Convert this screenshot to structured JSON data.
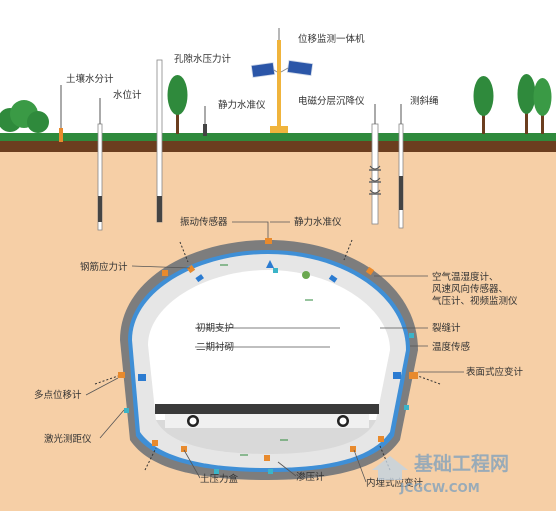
{
  "surface_instruments": {
    "soil_moisture": "土壤水分计",
    "water_level": "水位计",
    "pore_pressure": "孔隙水压力计",
    "static_level_surface": "静力水准仪",
    "displacement_station": "位移监测一体机",
    "em_settlement": "电磁分层沉降仪",
    "inclinometer": "测斜绳"
  },
  "tunnel_instruments": {
    "vibration_sensor": "振动传感器",
    "static_level_tunnel": "静力水准仪",
    "rebar_stress": "钢筋应力计",
    "air_env_line1": "空气温湿度计、",
    "air_env_line2": "风速风向传感器、",
    "air_env_line3": "气压计、视频监测仪",
    "initial_support": "初期支护",
    "secondary_lining": "二期衬砌",
    "crack_meter": "裂缝计",
    "temperature_sensor": "温度传感",
    "multipoint_displacement": "多点位移计",
    "surface_strain": "表面式应变计",
    "laser_rangefinder": "激光测距仪",
    "earth_pressure_cell": "土压力盒",
    "piezometer": "渗压计",
    "embedded_strain": "内埋式应变计"
  },
  "watermark": {
    "cn": "基础工程网",
    "en": "JCGCW.COM"
  },
  "colors": {
    "sky": "#ffffff",
    "grass": "#2f8a3c",
    "topsoil": "#6b3e1f",
    "ground": "#f6cfa6",
    "lining_outer": "#7d7d7d",
    "support_blue": "#3f8fd6",
    "lining_inner": "#e6e6e6",
    "road": "#3a3a3a",
    "orange_sensor": "#e88a2d",
    "teal_sensor": "#3bb4c8"
  }
}
